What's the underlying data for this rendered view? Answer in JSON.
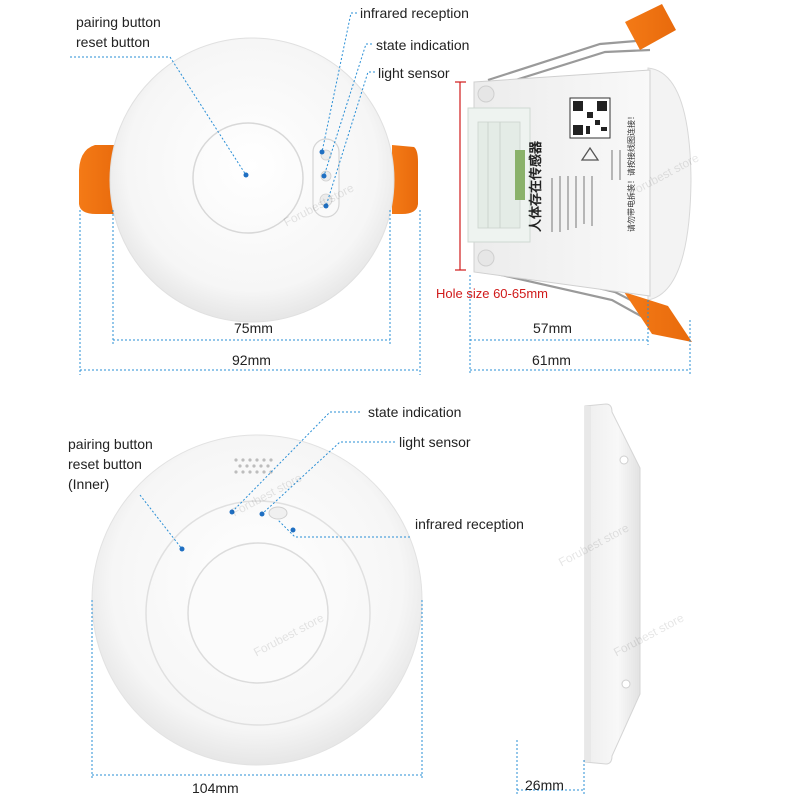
{
  "colors": {
    "bracket_orange": "#f07a1c",
    "dimension_line": "#2a8fd6",
    "hole_size_red": "#d01a1a",
    "device_white": "#f7f7f7"
  },
  "top_left_view": {
    "labels": {
      "pairing": "pairing button",
      "reset": "reset button",
      "infrared": "infrared reception",
      "state": "state indication",
      "light": "light sensor"
    },
    "dims": {
      "inner": "75mm",
      "outer": "92mm"
    }
  },
  "top_right_view": {
    "hole_size": "Hole size 60-65mm",
    "dims": {
      "inner": "57mm",
      "outer": "61mm"
    },
    "body_print": {
      "title": "人体存在传感器",
      "warning": "请勿带电拆装！请按接线图连接！"
    }
  },
  "bottom_left_view": {
    "labels": {
      "pairing": "pairing button",
      "reset": "reset button",
      "inner": "(Inner)",
      "state": "state indication",
      "light": "light sensor",
      "infrared": "infrared reception"
    },
    "dims": {
      "diameter": "104mm"
    }
  },
  "bottom_right_view": {
    "dims": {
      "thickness": "26mm"
    }
  },
  "watermark": "Forubest store"
}
